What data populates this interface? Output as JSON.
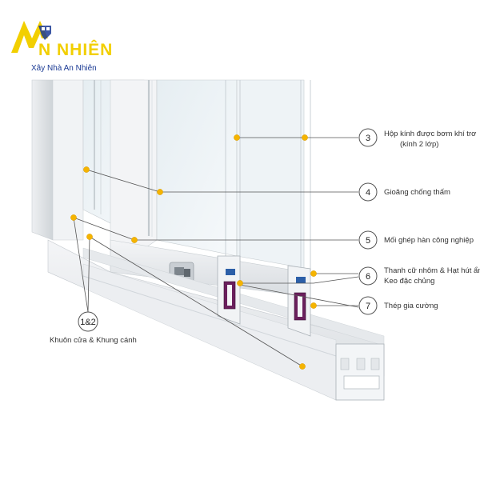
{
  "brand": {
    "name": "N NHIÊN",
    "tagline": "Xây Nhà An Nhiên",
    "colors": {
      "primary": "#f2cf00",
      "secondary": "#1a3a94"
    }
  },
  "callouts": [
    {
      "number": "3",
      "lines": [
        "Hộp kính được bơm khí trơ",
        "(kính 2 lớp)"
      ]
    },
    {
      "number": "4",
      "lines": [
        "Gioăng chống thấm"
      ]
    },
    {
      "number": "5",
      "lines": [
        "Mối ghép hàn công nghiệp"
      ]
    },
    {
      "number": "6",
      "lines": [
        "Thanh cữ nhôm & Hạt hút ẩm",
        "Keo đặc chủng"
      ]
    },
    {
      "number": "7",
      "lines": [
        "Thép gia cường"
      ]
    },
    {
      "number": "1&2",
      "lines": [
        "Khuôn cửa & Khung cánh"
      ]
    }
  ],
  "colors": {
    "marker": "#f5b400",
    "leader": "#555555",
    "frame": "#e9ecef",
    "glass": "#dfe8ee",
    "steel": "#6a1f5c"
  }
}
